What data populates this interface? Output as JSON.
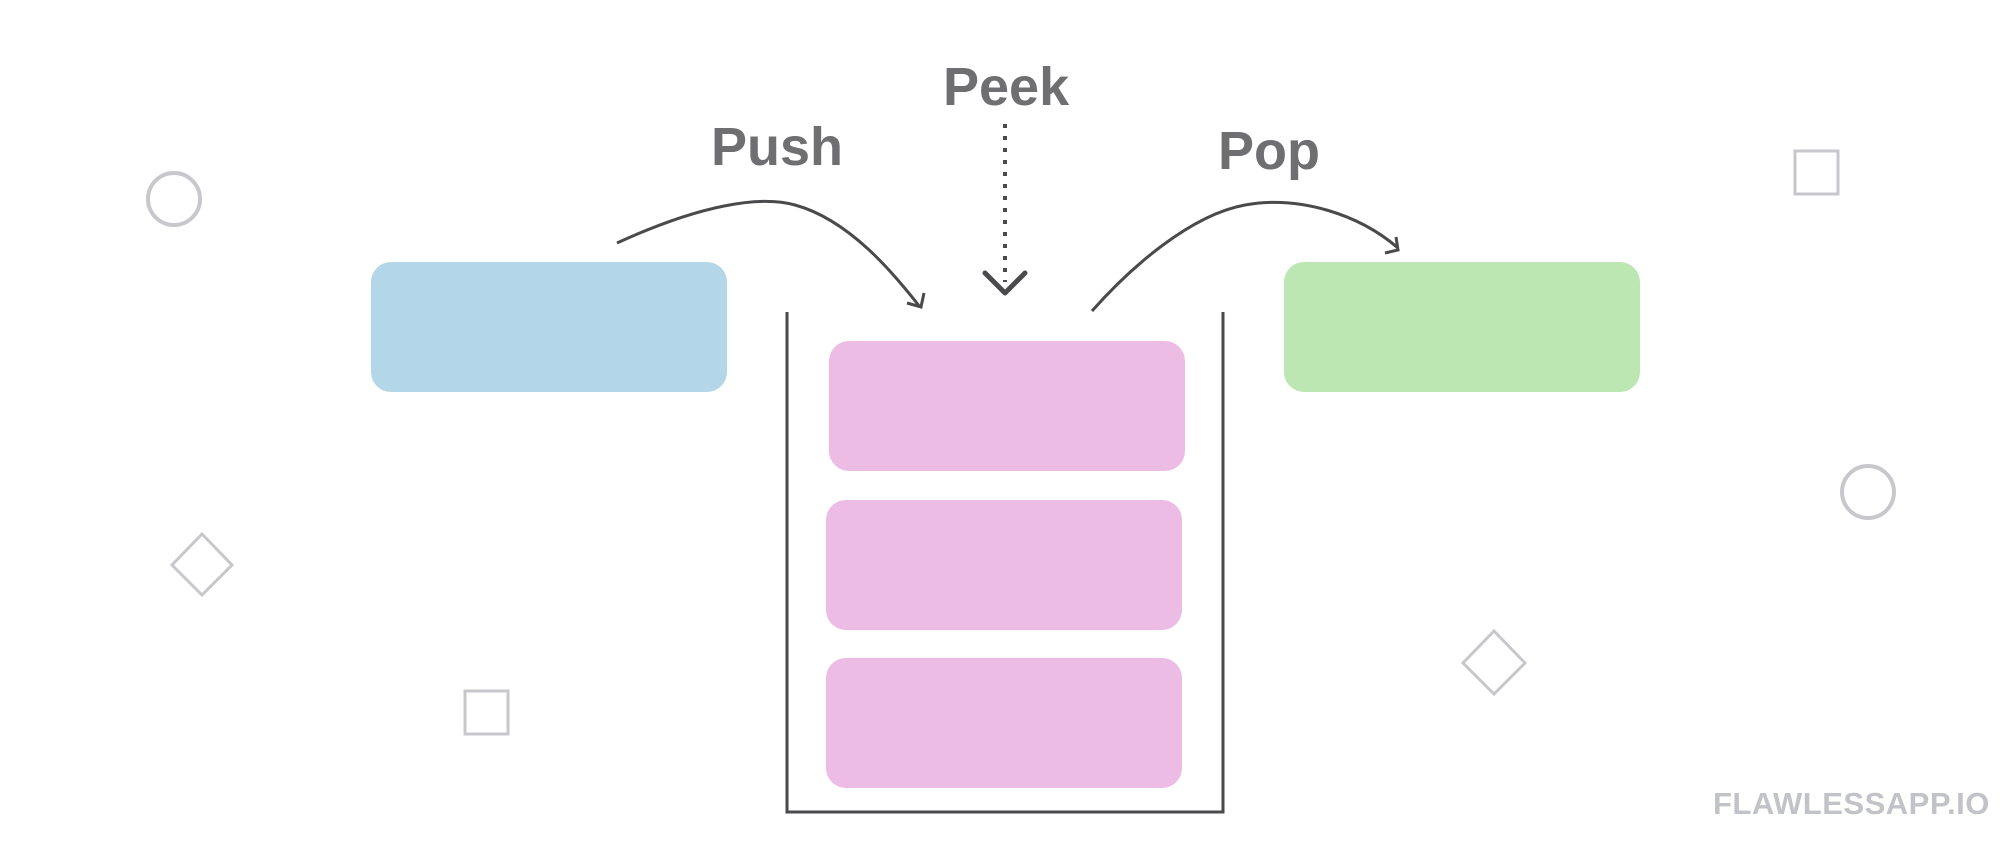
{
  "labels": {
    "push": "Push",
    "peek": "Peek",
    "pop": "Pop"
  },
  "watermark": "FLAWLESSAPP.IO",
  "colors": {
    "incoming_block": "#b3d7e8",
    "stack_block": "#ecbce4",
    "popped_block": "#bce7b2",
    "stroke": "#4a4a4c",
    "label_text": "#6f6f71",
    "decoration": "#c8c8cc",
    "watermark": "#c2c3c8"
  },
  "decorations": [
    "circle-icon",
    "square-icon",
    "diamond-icon"
  ]
}
